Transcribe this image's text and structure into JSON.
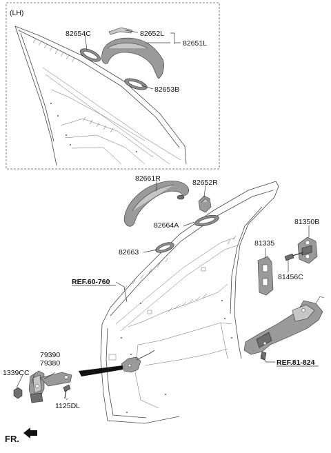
{
  "inset": {
    "label": "(LH)"
  },
  "parts": {
    "p82654C": "82654C",
    "p82652L": "82652L",
    "p82651L": "82651L",
    "p82653B": "82653B",
    "p82661R": "82661R",
    "p82652R": "82652R",
    "p82664A": "82664A",
    "p82663": "82663",
    "p81350B": "81350B",
    "p81335": "81335",
    "p81456C": "81456C",
    "p79390": "79390",
    "p79380": "79380",
    "p1339CC": "1339CC",
    "p1125DL": "1125DL"
  },
  "refs": {
    "ref_60_760": "REF.60-760",
    "ref_81_824": "REF.81-824"
  },
  "direction": {
    "label": "FR."
  }
}
